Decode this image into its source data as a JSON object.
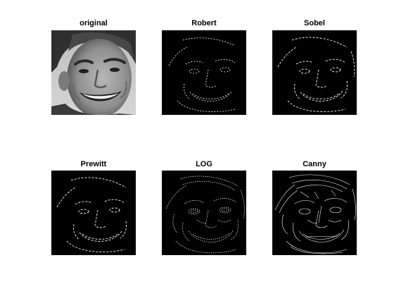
{
  "panels": [
    {
      "title": "original",
      "image": "grayscale face photo"
    },
    {
      "title": "Robert",
      "image": "Roberts edge map"
    },
    {
      "title": "Sobel",
      "image": "Sobel edge map"
    },
    {
      "title": "Prewitt",
      "image": "Prewitt edge map"
    },
    {
      "title": "LOG",
      "image": "Laplacian of Gaussian edge map"
    },
    {
      "title": "Canny",
      "image": "Canny edge map"
    }
  ]
}
